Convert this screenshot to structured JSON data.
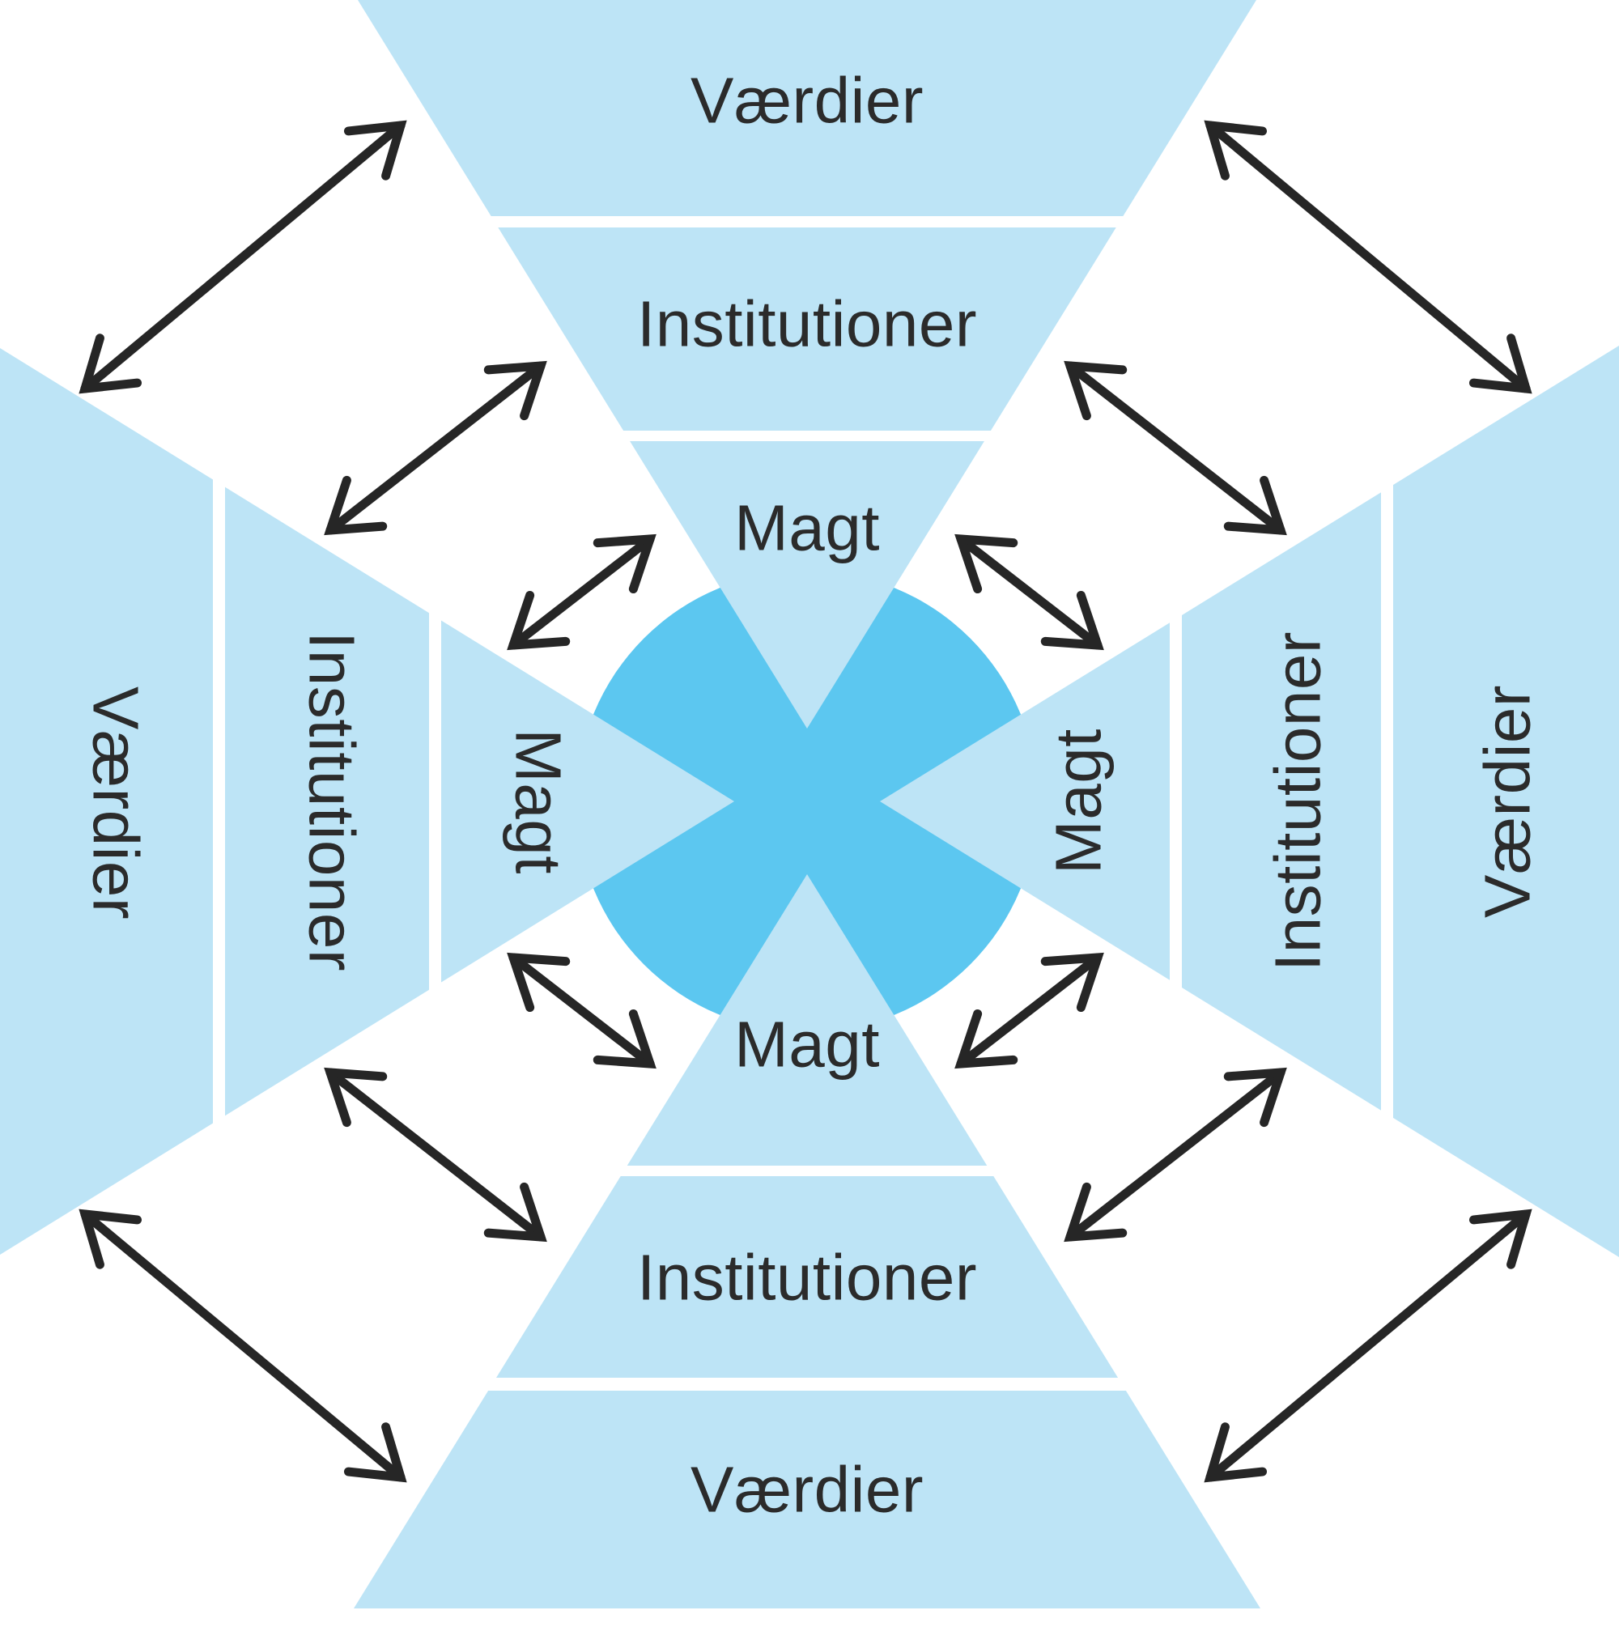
{
  "diagram": {
    "title": "",
    "language": "da",
    "sectors": {
      "top": {
        "outer": "Værdier",
        "middle": "Institutioner",
        "inner": "Magt"
      },
      "right": {
        "outer": "Værdier",
        "middle": "Institutioner",
        "inner": "Magt"
      },
      "bottom": {
        "outer": "Værdier",
        "middle": "Institutioner",
        "inner": "Magt"
      },
      "left": {
        "outer": "Værdier",
        "middle": "Institutioner",
        "inner": "Magt"
      }
    },
    "arrow_glyph": "double-headed-diagonal-arrow",
    "arrow_count": 12,
    "colors": {
      "background": "#ffffff",
      "wedge_light_blue": "#bde4f6",
      "center_circle_blue": "#5cc7f0",
      "arrow_black": "#262626",
      "text_dark": "#2b2b2b"
    }
  }
}
